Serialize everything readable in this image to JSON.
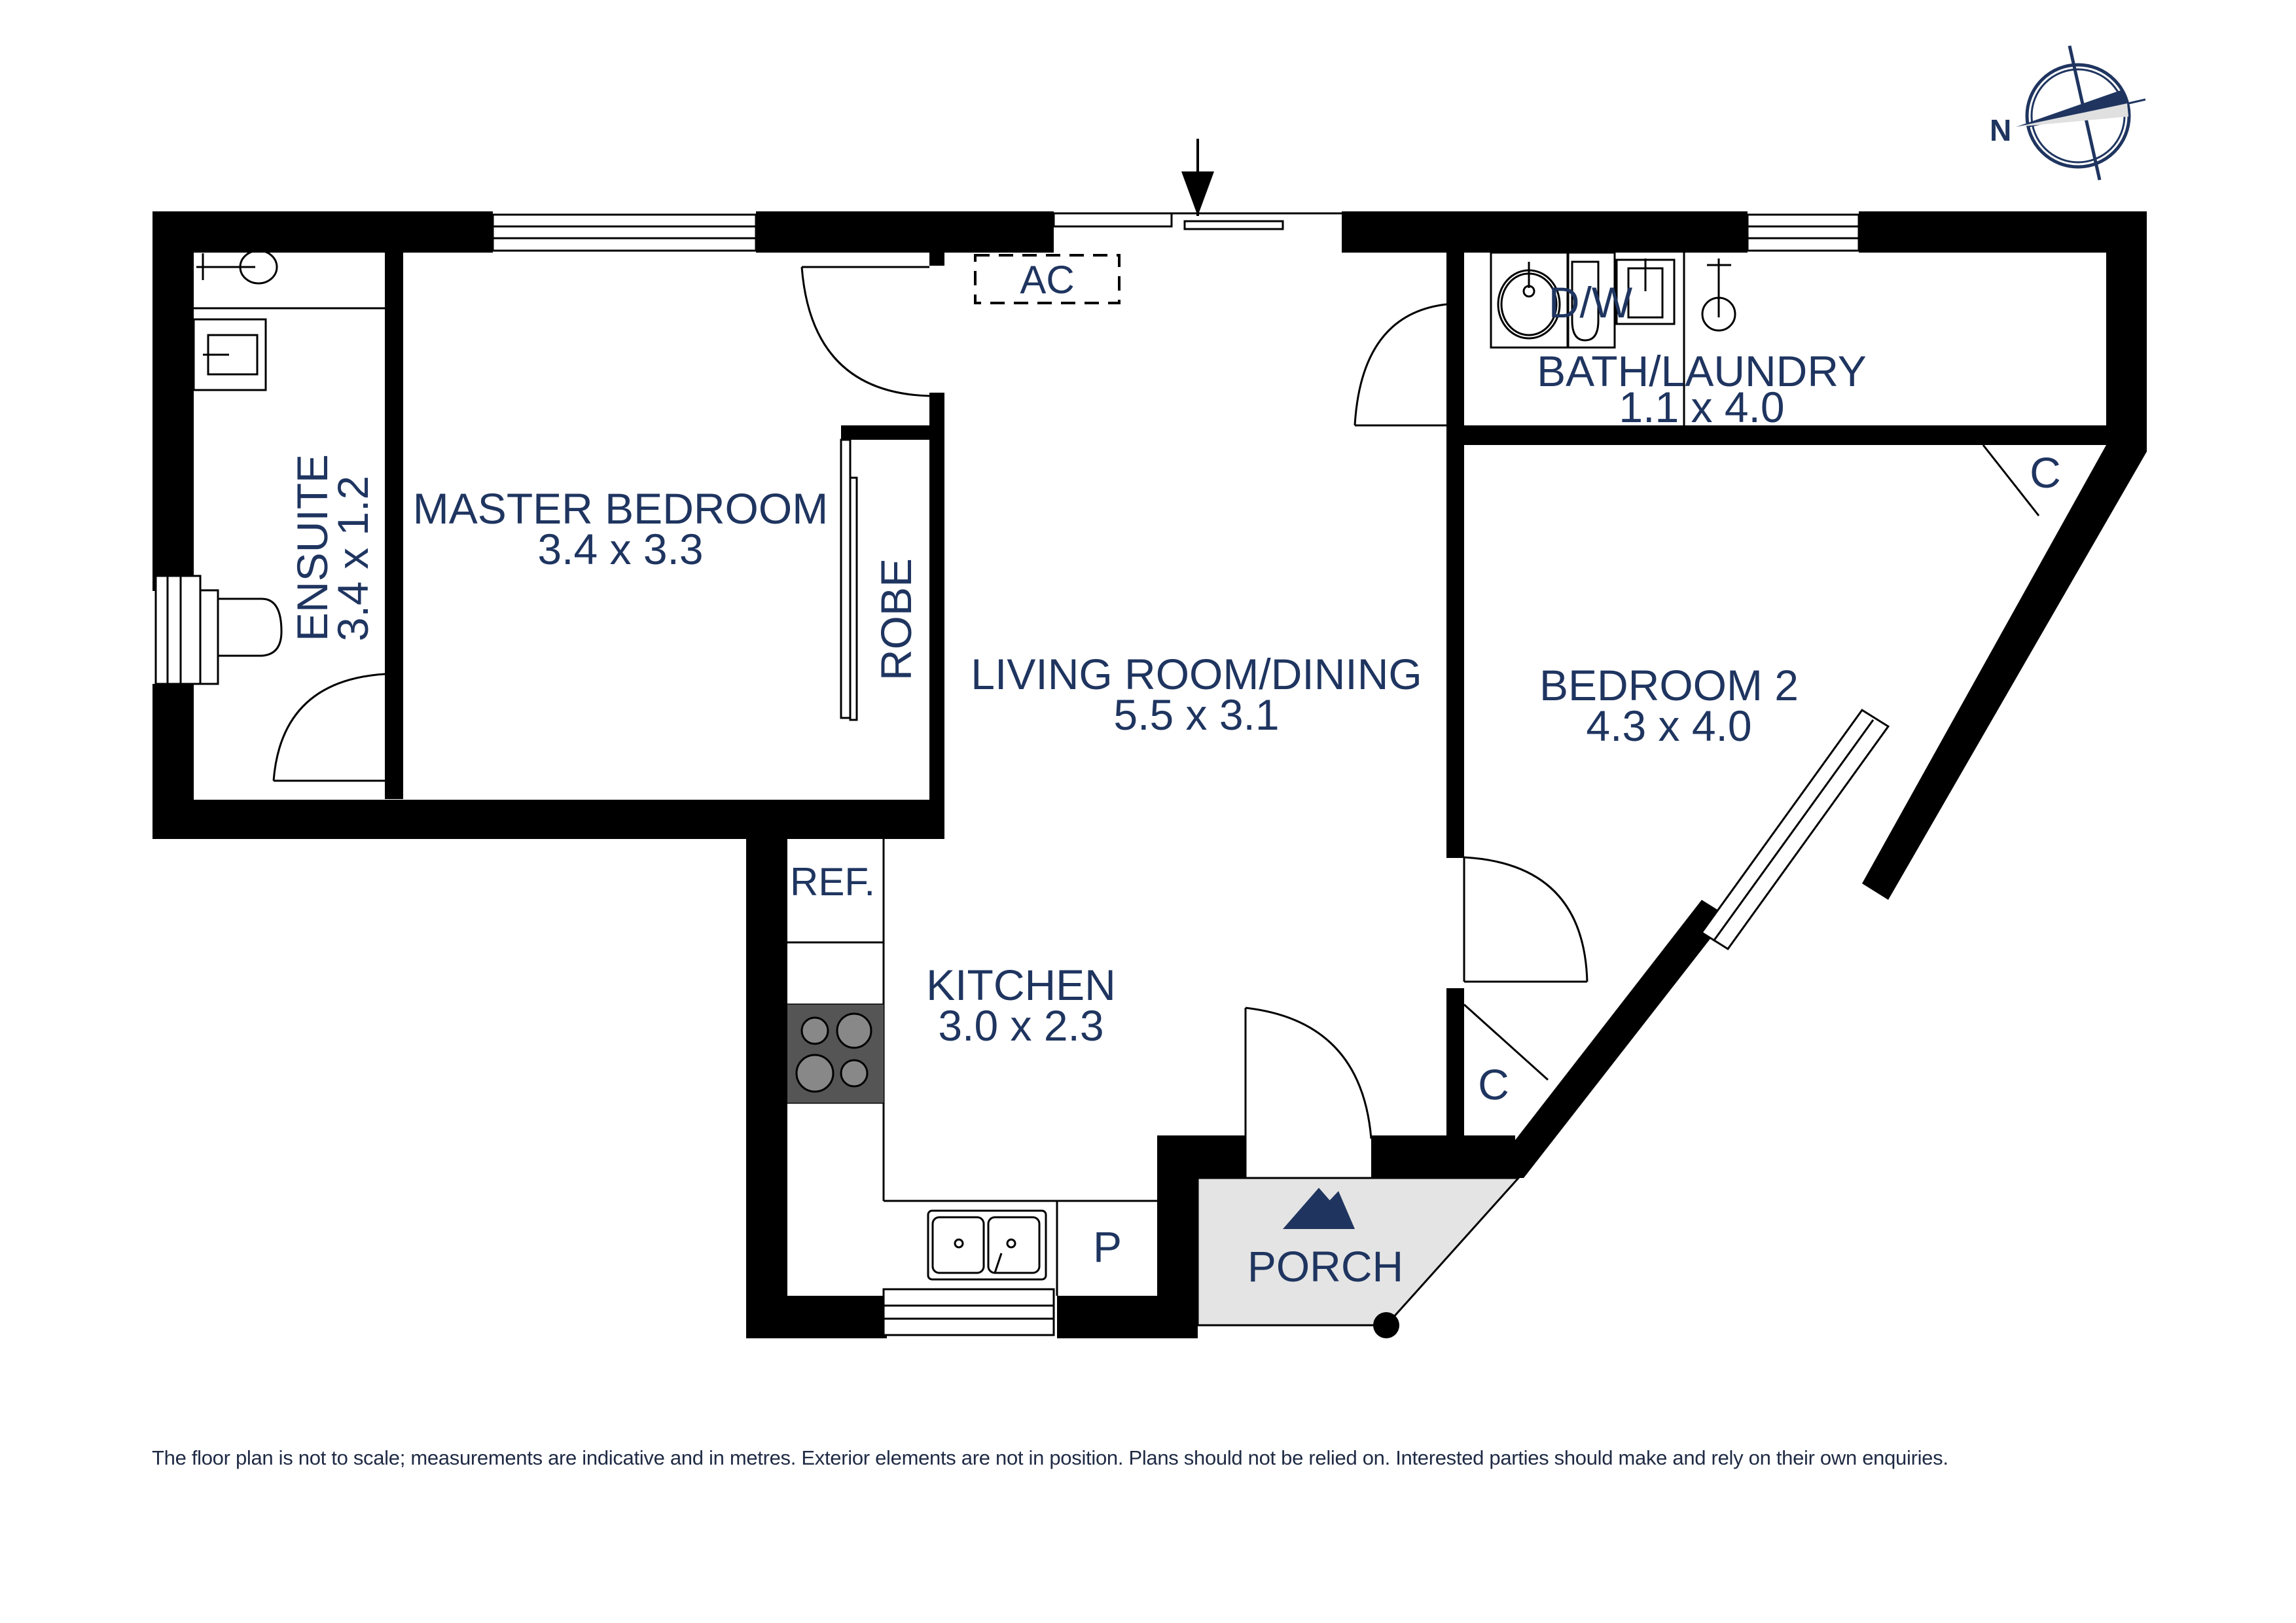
{
  "plan": {
    "rooms": [
      {
        "id": "master_bedroom",
        "name": "MASTER BEDROOM",
        "size": "3.4 x 3.3"
      },
      {
        "id": "ensuite",
        "name": "ENSUITE",
        "size": "3.4 x 1.2"
      },
      {
        "id": "living",
        "name": "LIVING ROOM/DINING",
        "size": "5.5 x 3.1"
      },
      {
        "id": "bath_laundry",
        "name": "BATH/LAUNDRY",
        "size": "1.1 x 4.0"
      },
      {
        "id": "bedroom2",
        "name": "BEDROOM 2",
        "size": "4.3 x 4.0"
      },
      {
        "id": "kitchen",
        "name": "KITCHEN",
        "size": "3.0 x 2.3"
      },
      {
        "id": "porch",
        "name": "PORCH",
        "size": ""
      }
    ],
    "fixtures": {
      "robe": "ROBE",
      "ac": "AC",
      "dw": "D/W",
      "ref": "REF.",
      "pantry": "P",
      "cupboard_1": "C",
      "cupboard_2": "C"
    },
    "compass": {
      "label": "N",
      "icon": "north-compass-icon"
    },
    "colors": {
      "wall": "#000000",
      "label": "#1f3560",
      "porch_fill": "#e4e4e4",
      "cooktop": "#555555"
    }
  },
  "footer": {
    "disclaimer": "The floor plan is not to scale; measurements are indicative and in metres. Exterior elements are not in position. Plans should not be relied on. Interested parties should make and rely on their own enquiries."
  }
}
